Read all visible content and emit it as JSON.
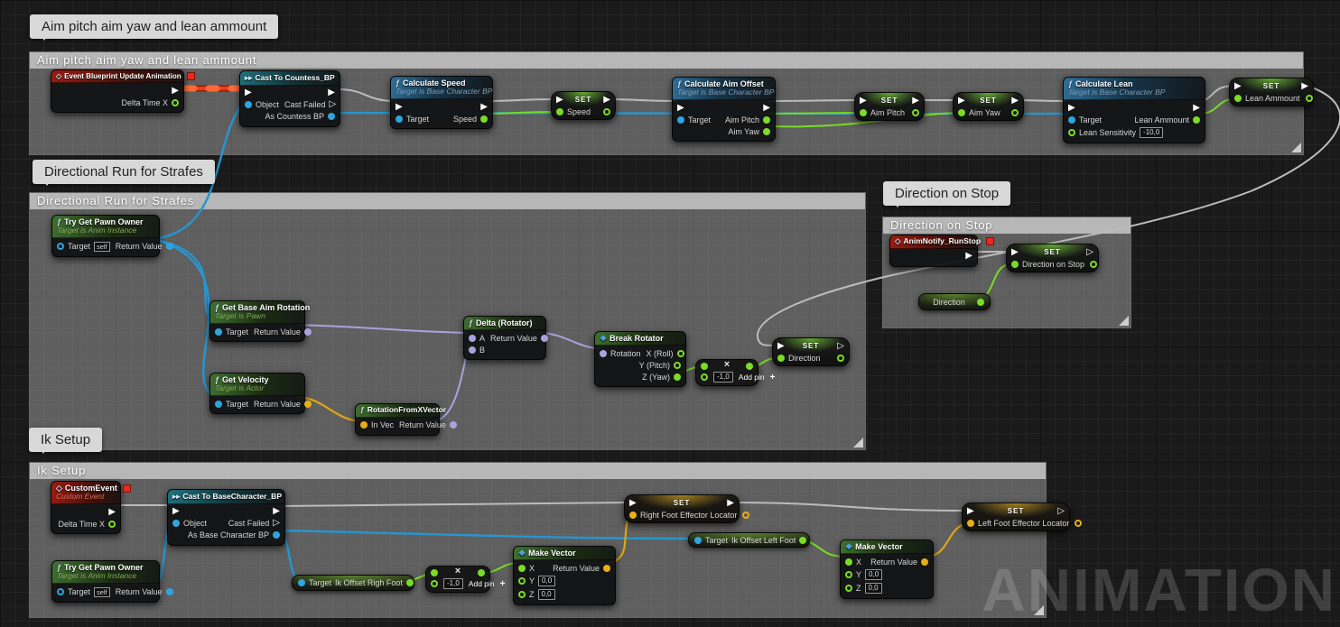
{
  "labels": {
    "set": "SET",
    "add_pin": "Add pin",
    "self": "self"
  },
  "icons": {
    "fn": "ƒ",
    "event": "◇",
    "cast": "▸▸",
    "struct": "❖",
    "exec_filled": "▶",
    "exec_hollow": "▷",
    "multiply": "×",
    "add": "+"
  },
  "watermark": "ANIMATION",
  "comments": {
    "aim": {
      "bubble": "Aim pitch aim yaw and lean ammount",
      "title": "Aim pitch aim yaw and lean ammount"
    },
    "run": {
      "bubble": "Directional Run for Strafes",
      "title": "Directional Run for Strafes"
    },
    "stop": {
      "bubble": "Direction on Stop",
      "title": "Direction on Stop"
    },
    "ik": {
      "bubble": "Ik Setup",
      "title": "Ik Setup"
    }
  },
  "nodes": {
    "ev_update": {
      "title": "Event Blueprint Update Animation",
      "delta": "Delta Time X"
    },
    "cast_countess": {
      "title": "Cast To Countess_BP",
      "object": "Object",
      "fail": "Cast Failed",
      "as": "As Countess BP"
    },
    "calc_speed": {
      "title": "Calculate Speed",
      "sub": "Target is Base Character BP",
      "target": "Target",
      "out": "Speed"
    },
    "set_speed": {
      "pin": "Speed"
    },
    "calc_aim": {
      "title": "Calculate Aim Offset",
      "sub": "Target is Base Character BP",
      "target": "Target",
      "pitch": "Aim Pitch",
      "yaw": "Aim Yaw"
    },
    "set_pitch": {
      "pin": "Aim Pitch"
    },
    "set_yaw": {
      "pin": "Aim Yaw"
    },
    "calc_lean": {
      "title": "Calculate Lean",
      "sub": "Target is Base Character BP",
      "target": "Target",
      "sens": "Lean Sensitivity",
      "sens_val": "-10,0",
      "out": "Lean Ammount"
    },
    "set_lean": {
      "pin": "Lean Ammount"
    },
    "tgpo_run": {
      "title": "Try Get Pawn Owner",
      "sub": "Target is Anim Instance",
      "target": "Target",
      "ret": "Return Value"
    },
    "get_base_aim": {
      "title": "Get Base Aim Rotation",
      "sub": "Target is Pawn",
      "target": "Target",
      "ret": "Return Value"
    },
    "get_velocity": {
      "title": "Get Velocity",
      "sub": "Target is Actor",
      "target": "Target",
      "ret": "Return Value"
    },
    "rot_from_x": {
      "title": "RotationFromXVector",
      "in": "In Vec",
      "ret": "Return Value"
    },
    "delta_rot": {
      "title": "Delta (Rotator)",
      "a": "A",
      "b": "B",
      "ret": "Return Value"
    },
    "break_rot": {
      "title": "Break Rotator",
      "rot": "Rotation",
      "x": "X (Roll)",
      "y": "Y (Pitch)",
      "z": "Z (Yaw)"
    },
    "mult_dir": {
      "val": "-1,0"
    },
    "set_dir": {
      "pin": "Direction"
    },
    "anim_notify": {
      "title": "AnimNotify_RunStop"
    },
    "set_dir_stop": {
      "pin": "Direction on Stop"
    },
    "get_direction": {
      "label": "Direction"
    },
    "custom_event": {
      "title": "CustomEvent",
      "sub": "Custom Event",
      "delta": "Delta Time X"
    },
    "cast_base": {
      "title": "Cast To BaseCharacter_BP",
      "object": "Object",
      "fail": "Cast Failed",
      "as": "As Base Character BP"
    },
    "tgpo_ik": {
      "title": "Try Get Pawn Owner",
      "sub": "Target is Anim Instance",
      "target": "Target",
      "ret": "Return Value"
    },
    "ik_right": {
      "target": "Target",
      "label": "Ik Offset Righ Foot"
    },
    "mult_ik": {
      "val": "-1,0"
    },
    "mv1": {
      "title": "Make Vector",
      "x": "X",
      "y": "Y",
      "z": "Z",
      "y_val": "0,0",
      "z_val": "0,0",
      "ret": "Return Value"
    },
    "set_rfoot": {
      "pin": "Right Foot Effector Locator"
    },
    "ik_left": {
      "target": "Target",
      "label": "Ik Offset Left Foot"
    },
    "mv2": {
      "title": "Make Vector",
      "x": "X",
      "y": "Y",
      "z": "Z",
      "y_val": "0,0",
      "z_val": "0,0",
      "ret": "Return Value"
    },
    "set_lfoot": {
      "pin": "Left Foot Effector Locator"
    }
  },
  "colors": {
    "exec": "#bcbcbc",
    "exec_highlight": "#f13b17",
    "object": "#2596d1",
    "float": "#77dd22",
    "vector": "#dfa714",
    "rotator": "#a9a2de"
  }
}
